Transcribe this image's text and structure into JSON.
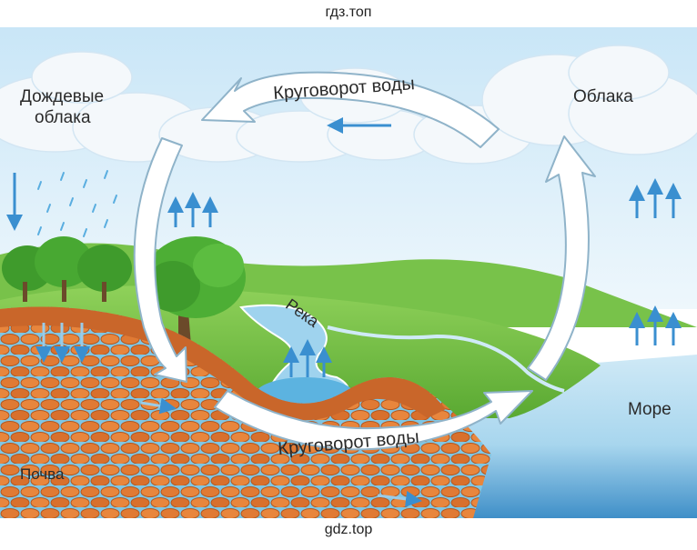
{
  "watermark_top": "гдз.топ",
  "watermark_bottom": "gdz.top",
  "labels": {
    "rain_clouds_line1": "Дождевые",
    "rain_clouds_line2": "облака",
    "clouds": "Облака",
    "river": "Река",
    "sea": "Море",
    "soil": "Почва",
    "cycle_top": "Круговорот воды",
    "cycle_bottom": "Круговорот воды"
  },
  "colors": {
    "sky": "#dbeef9",
    "cloud": "#f4f8fb",
    "grass": "#6bbd3f",
    "soil": "#e07a34",
    "water": "#7fc4e6",
    "arrow_blue": "#3a8fd0",
    "cycle_arrow": "#ffffff"
  }
}
